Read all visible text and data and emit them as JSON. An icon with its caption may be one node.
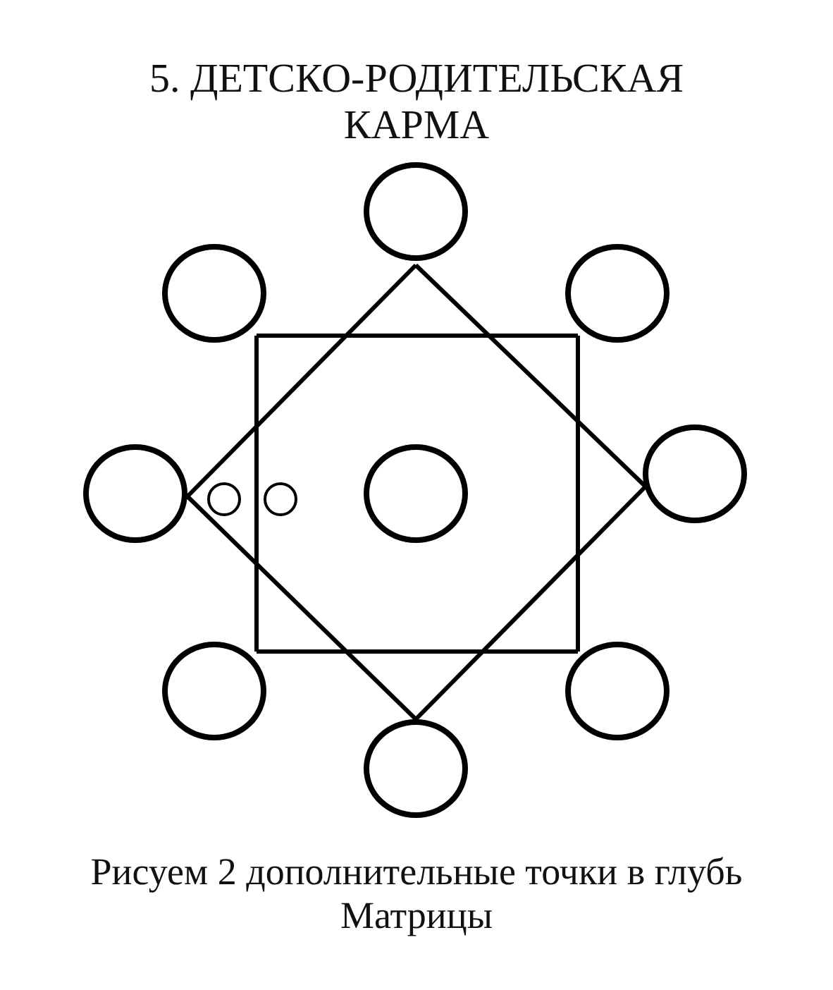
{
  "diagram": {
    "title": "5. ДЕТСКО-РОДИТЕЛЬСКАЯ КАРМА",
    "caption": "Рисуем 2 дополнительные точки в глубь Матрицы",
    "nodes": [
      {
        "text": [],
        "shape": "circle"
      },
      {
        "text": [],
        "shape": "circle"
      },
      {
        "text": [],
        "shape": "circle"
      },
      {
        "text": [],
        "shape": "circle"
      },
      {
        "text": [],
        "shape": "circle"
      },
      {
        "text": [],
        "shape": "circle"
      },
      {
        "text": [],
        "shape": "circle"
      },
      {
        "text": [],
        "shape": "circle"
      },
      {
        "text": [],
        "shape": "circle"
      },
      {
        "text": [],
        "shape": "circle"
      },
      {
        "text": [],
        "shape": "circle"
      }
    ],
    "edges": [
      {
        "from": 0,
        "to": 7,
        "arrow": "none"
      },
      {
        "from": 7,
        "to": 10,
        "arrow": "none"
      },
      {
        "from": 10,
        "to": 3,
        "arrow": "none"
      },
      {
        "from": 3,
        "to": 0,
        "arrow": "none"
      },
      {
        "from": 1,
        "to": 2,
        "arrow": "none"
      },
      {
        "from": 2,
        "to": 9,
        "arrow": "none"
      },
      {
        "from": 9,
        "to": 8,
        "arrow": "none"
      },
      {
        "from": 8,
        "to": 1,
        "arrow": "none"
      }
    ]
  }
}
